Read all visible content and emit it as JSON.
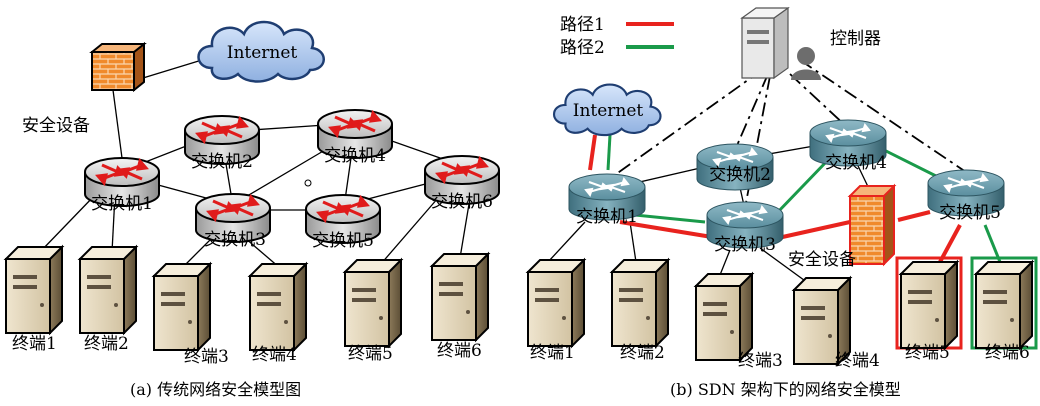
{
  "panel_a": {
    "internet": "Internet",
    "security_device": "安全设备",
    "switches": [
      "交换机1",
      "交换机2",
      "交换机3",
      "交换机4",
      "交换机5",
      "交换机6"
    ],
    "terminals": [
      "终端1",
      "终端2",
      "终端3",
      "终端4",
      "终端5",
      "终端6"
    ],
    "caption": "(a)  传统网络安全模型图"
  },
  "panel_b": {
    "legend": [
      {
        "label": "路径1",
        "color": "#e8231e"
      },
      {
        "label": "路径2",
        "color": "#1a9a4a"
      }
    ],
    "controller": "控制器",
    "internet": "Internet",
    "security_device": "安全设备",
    "switches": [
      "交换机1",
      "交换机2",
      "交换机3",
      "交换机4",
      "交换机5"
    ],
    "terminals": [
      "终端1",
      "终端2",
      "终端3",
      "终端4",
      "终端5",
      "终端6"
    ],
    "caption": "(b) SDN 架构下的网络安全模型"
  }
}
